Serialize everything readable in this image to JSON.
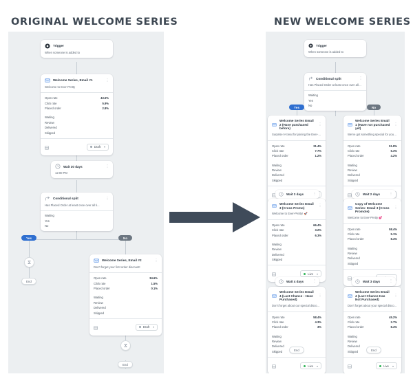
{
  "titles": {
    "left": "ORIGINAL WELCOME SERIES",
    "right": "NEW WELCOME SERIES"
  },
  "labels": {
    "open_rate": "Open rate",
    "click_rate": "Click rate",
    "placed_order": "Placed order",
    "waiting": "Waiting",
    "review": "Review",
    "delivered": "Delivered",
    "skipped": "Skipped",
    "yes": "Yes",
    "no": "No",
    "draft": "Draft",
    "live": "Live",
    "end": "End",
    "kebab": "⋮",
    "caret": "▾"
  },
  "left_flow": {
    "trigger": {
      "title": "Trigger",
      "subtitle": "When someone is added to"
    },
    "email1": {
      "title": "Welcome Series, Email #1",
      "subtitle": "Welcome to Ever-Pretty",
      "open_rate": "43.5%",
      "click_rate": "5.9%",
      "placed_order": "2.8%",
      "status": "Draft"
    },
    "wait": {
      "title": "Wait 30 days",
      "subtitle": "12:00 PM"
    },
    "split": {
      "title": "Conditional split",
      "subtitle": "Has Placed Order at least once over all ti..."
    },
    "email2": {
      "title": "Welcome Series, Email #2",
      "subtitle": "Don't forget your first order discount!",
      "open_rate": "34.6%",
      "click_rate": "1.5%",
      "placed_order": "0.1%",
      "status": "Draft"
    }
  },
  "right_flow": {
    "trigger": {
      "title": "Trigger",
      "subtitle": "When someone is added to"
    },
    "split": {
      "title": "Conditional split",
      "subtitle": "Has Placed Order at least once over all ti..."
    },
    "cards": [
      {
        "title": "Welcome Series Email 2 (Have purchased before)",
        "subtitle": "Surprise! A treat for joining the Ever-Pret...",
        "open_rate": "31.4%",
        "click_rate": "7.7%",
        "placed_order": "1.2%",
        "status": "Live",
        "wait": "Wait 3 days"
      },
      {
        "title": "Welcome Series Email 1 (Have not purchased yet)",
        "subtitle": "We've got something special for you! 🎁",
        "open_rate": "51.8%",
        "click_rate": "6.3%",
        "placed_order": "4.2%",
        "status": "Live",
        "wait": "Wait 2 days"
      },
      {
        "title": "Welcome Series Email 3 (Cross Promo)",
        "subtitle": "Welcome to Ever-Pretty! 🚀",
        "open_rate": "66.4%",
        "click_rate": "3.2%",
        "placed_order": "6.3%",
        "status": "Live",
        "wait": "Wait 4 days"
      },
      {
        "title": "Copy of Welcome Series: Email 3 (Cross Promote)",
        "subtitle": "Welcome to Ever-Pretty 💕",
        "open_rate": "58.4%",
        "click_rate": "5.1%",
        "placed_order": "8.4%",
        "status": "Live",
        "wait": "Wait 3 days"
      },
      {
        "title": "Welcome Series Email 4 (Last Chance - Have Purchased)",
        "subtitle": "Don't forget about our special discount! ...",
        "open_rate": "58.4%",
        "click_rate": "4.3%",
        "placed_order": "3%",
        "status": "Live",
        "wait": ""
      },
      {
        "title": "Welcome Series Email 4 (Last Chance-Has Not Purchased)",
        "subtitle": "Don't forget about your special discount! ...",
        "open_rate": "45.2%",
        "click_rate": "2.7%",
        "placed_order": "8.4%",
        "status": "Live",
        "wait": ""
      }
    ]
  },
  "colors": {
    "canvas": "#eceff1",
    "yes_badge": "#2f6fd0",
    "no_badge": "#6c7681",
    "live_dot": "#2fb457",
    "arrow": "#3f4b5a",
    "title": "#3d4752"
  }
}
